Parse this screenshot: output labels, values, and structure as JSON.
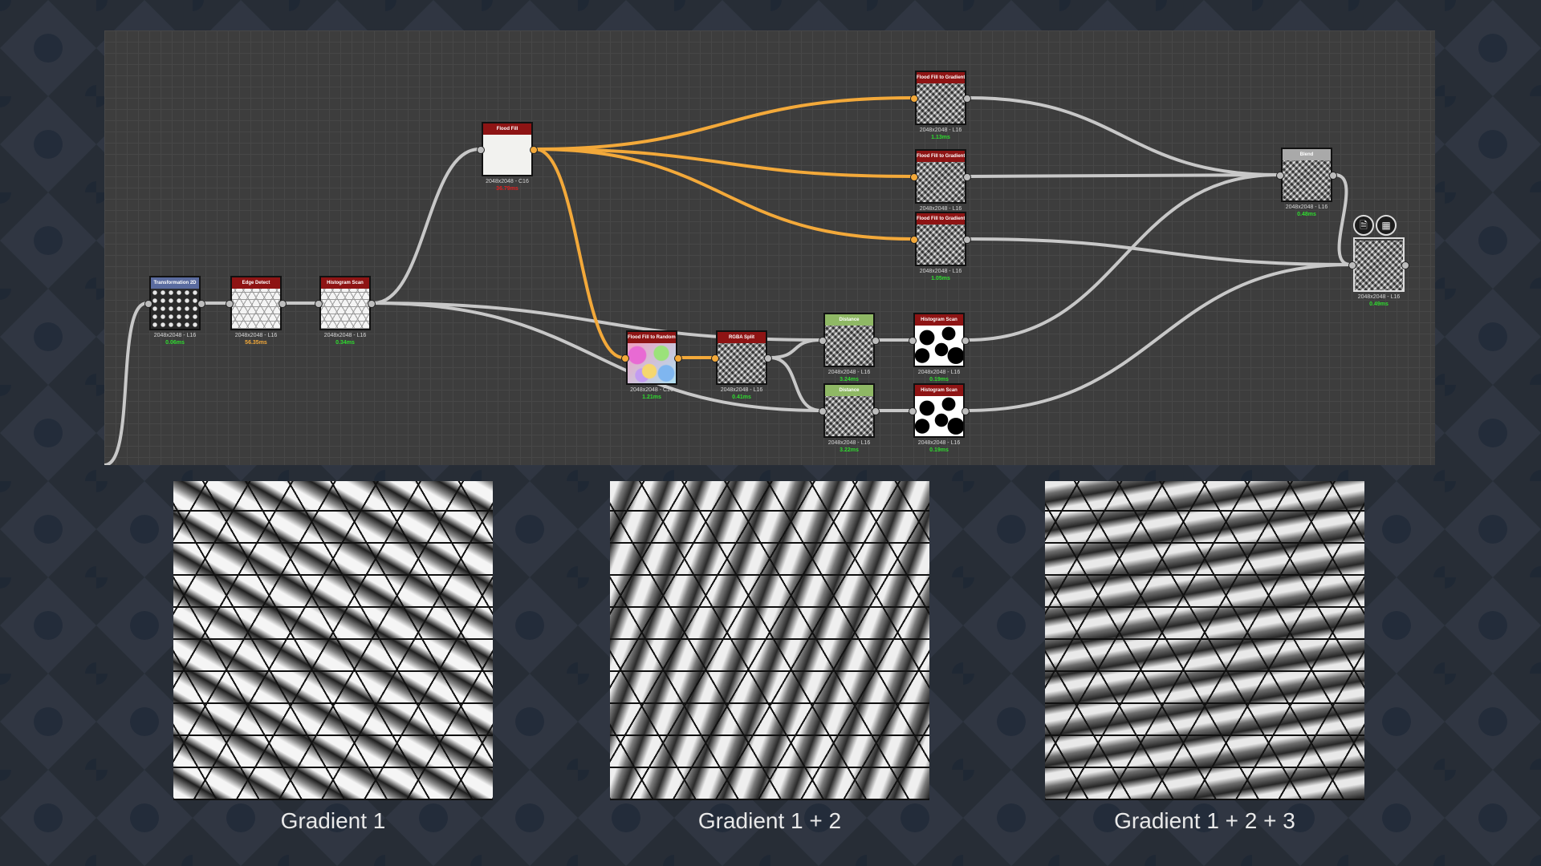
{
  "colors": {
    "wire_gray": "#c8c8c8",
    "wire_orange": "#f3a93a",
    "header_red": "#8e1414",
    "header_blue": "#5a6b9f",
    "header_green": "#8fb865",
    "header_gray": "#a9a9a9",
    "time_green": "#2fdc2f",
    "time_orange": "#f3a93a",
    "time_red": "#e02020"
  },
  "nodes": [
    {
      "id": "transform2d",
      "title": "Transformation 2D",
      "info": "2048x2048 - L16",
      "time": "0.06ms",
      "time_color": "green",
      "header": "blue",
      "thumb": "hex"
    },
    {
      "id": "edgedetect",
      "title": "Edge Detect",
      "info": "2048x2048 - L16",
      "time": "56.35ms",
      "time_color": "orange",
      "header": "red",
      "thumb": "lines"
    },
    {
      "id": "histscan1",
      "title": "Histogram Scan",
      "info": "2048x2048 - L16",
      "time": "0.34ms",
      "time_color": "green",
      "header": "red",
      "thumb": "lines"
    },
    {
      "id": "floodfill",
      "title": "Flood Fill",
      "info": "2048x2048 - C16",
      "time": "36.79ms",
      "time_color": "red",
      "header": "red",
      "thumb": "white"
    },
    {
      "id": "ff2grad1",
      "title": "Flood Fill to Gradient",
      "info": "2048x2048 - L16",
      "time": "1.13ms",
      "time_color": "green",
      "header": "red",
      "thumb": "noise"
    },
    {
      "id": "ff2grad2",
      "title": "Flood Fill to Gradient",
      "info": "2048x2048 - L16",
      "time": "",
      "time_color": "green",
      "header": "red",
      "thumb": "noise"
    },
    {
      "id": "ff2grad3",
      "title": "Flood Fill to Gradient",
      "info": "2048x2048 - L16",
      "time": "1.05ms",
      "time_color": "green",
      "header": "red",
      "thumb": "noise"
    },
    {
      "id": "ff2random",
      "title": "Flood Fill to Random C...",
      "info": "2048x2048 - C16",
      "time": "1.21ms",
      "time_color": "green",
      "header": "red",
      "thumb": "color"
    },
    {
      "id": "rgbasplit",
      "title": "RGBA Split",
      "info": "2048x2048 - L16",
      "time": "0.41ms",
      "time_color": "green",
      "header": "red",
      "thumb": "noise"
    },
    {
      "id": "distance1",
      "title": "Distance",
      "info": "2048x2048 - L16",
      "time": "3.24ms",
      "time_color": "green",
      "header": "green",
      "thumb": "noise"
    },
    {
      "id": "distance2",
      "title": "Distance",
      "info": "2048x2048 - L16",
      "time": "3.22ms",
      "time_color": "green",
      "header": "green",
      "thumb": "noise"
    },
    {
      "id": "histscan2",
      "title": "Histogram Scan",
      "info": "2048x2048 - L16",
      "time": "0.19ms",
      "time_color": "green",
      "header": "red",
      "thumb": "bw"
    },
    {
      "id": "histscan3",
      "title": "Histogram Scan",
      "info": "2048x2048 - L16",
      "time": "0.19ms",
      "time_color": "green",
      "header": "red",
      "thumb": "bw"
    },
    {
      "id": "blend",
      "title": "Blend",
      "info": "2048x2048 - L16",
      "time": "0.48ms",
      "time_color": "green",
      "header": "gray",
      "thumb": "noise"
    },
    {
      "id": "output",
      "title": "",
      "info": "2048x2048 - L16",
      "time": "0.49ms",
      "time_color": "green",
      "header": "none",
      "thumb": "noise"
    }
  ],
  "output_icons": [
    "document-icon",
    "graph-icon"
  ],
  "previews": [
    {
      "caption": "Gradient 1"
    },
    {
      "caption": "Gradient 1 + 2"
    },
    {
      "caption": "Gradient 1 + 2 + 3"
    }
  ]
}
